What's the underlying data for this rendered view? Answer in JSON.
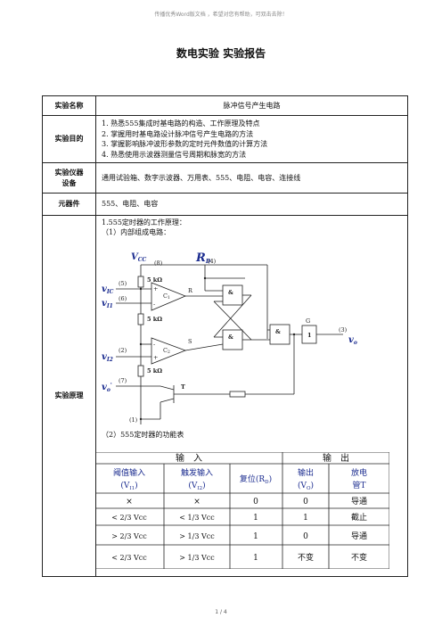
{
  "header_note": "传播优秀Word版文档 ，希望对您有帮助，可双击去除！",
  "title": "数电实验  实验报告",
  "rows": {
    "name_label": "实验名称",
    "name_value": "脉冲信号产生电路",
    "purpose_label": "实验目的",
    "purpose_items": [
      "1. 熟悉555集成时基电路的构造、工作原理及特点",
      "2. 掌握用时基电路设计脉冲信号产生电路的方法",
      "3. 掌握影响脉冲波形参数的定时元件数值的计算方法",
      "4. 熟悉使用示波器测量信号周期和脉宽的方法"
    ],
    "equip_label_1": "实验仪器",
    "equip_label_2": "设备",
    "equip_value": "通用试验箱、数字示波器、万用表、555、电阻、电容、连接线",
    "parts_label": "元器件",
    "parts_value": "555、电阻、电容",
    "principle_label": "实验原理",
    "principle_line1": "1.555定时器的工作原理：",
    "principle_line2": "（1）内部组成电路：",
    "principle_line3": "（2）555定时器的功能表"
  },
  "circuit": {
    "vcc": "V",
    "vcc_sub": "CC",
    "pin8": "(8)",
    "rd": "R",
    "rd_sub": "D",
    "pin4": "(4)",
    "r5k_1": "5 kΩ",
    "r5k_2": "5 kΩ",
    "r5k_3": "5 kΩ",
    "vic": "v",
    "vic_sub": "IC",
    "pin5": "(5)",
    "vi1": "v",
    "vi1_sub": "I1",
    "pin6": "(6)",
    "vi2": "v",
    "vi2_sub": "I2",
    "pin2": "(2)",
    "vo_prime": "v",
    "vo_prime_sub": "o",
    "vo_prime_mark": "'",
    "pin7": "(7)",
    "pin1": "(1)",
    "pin3": "(3)",
    "vo": "v",
    "vo_sub": "o",
    "c1": "C",
    "c1_sub": "1",
    "c2": "C",
    "c2_sub": "2",
    "r_label": "R",
    "s_label": "S",
    "g_label": "G",
    "t_label": "T",
    "amp": "&",
    "one": "1",
    "plus": "+",
    "minus": "-"
  },
  "func_table": {
    "input_header": "输　入",
    "output_header": "输　出",
    "col1": "阈值输入",
    "col1_b": "(V",
    "col1_sub": "I1",
    "col1_c": ")",
    "col2": "触发输入",
    "col2_b": "(V",
    "col2_sub": "I2",
    "col2_c": ")",
    "col3": "复位(R",
    "col3_sub": "D",
    "col3_c": ")",
    "col4": "输出",
    "col4_b": "(V",
    "col4_sub": "O",
    "col4_c": ")",
    "col5": "放电",
    "col5_b": "管T",
    "rows": [
      {
        "c1": "×",
        "c2": "×",
        "c3": "0",
        "c4": "0",
        "c5": "导通"
      },
      {
        "c1": "< 2/3 Vcc",
        "c2": "< 1/3 Vcc",
        "c3": "1",
        "c4": "1",
        "c5": "截止"
      },
      {
        "c1": "> 2/3 Vcc",
        "c2": "> 1/3 Vcc",
        "c3": "1",
        "c4": "0",
        "c5": "导通"
      },
      {
        "c1": "< 2/3 Vcc",
        "c2": "> 1/3 Vcc",
        "c3": "1",
        "c4": "不变",
        "c5": "不变"
      }
    ]
  },
  "footer": "1 / 4"
}
